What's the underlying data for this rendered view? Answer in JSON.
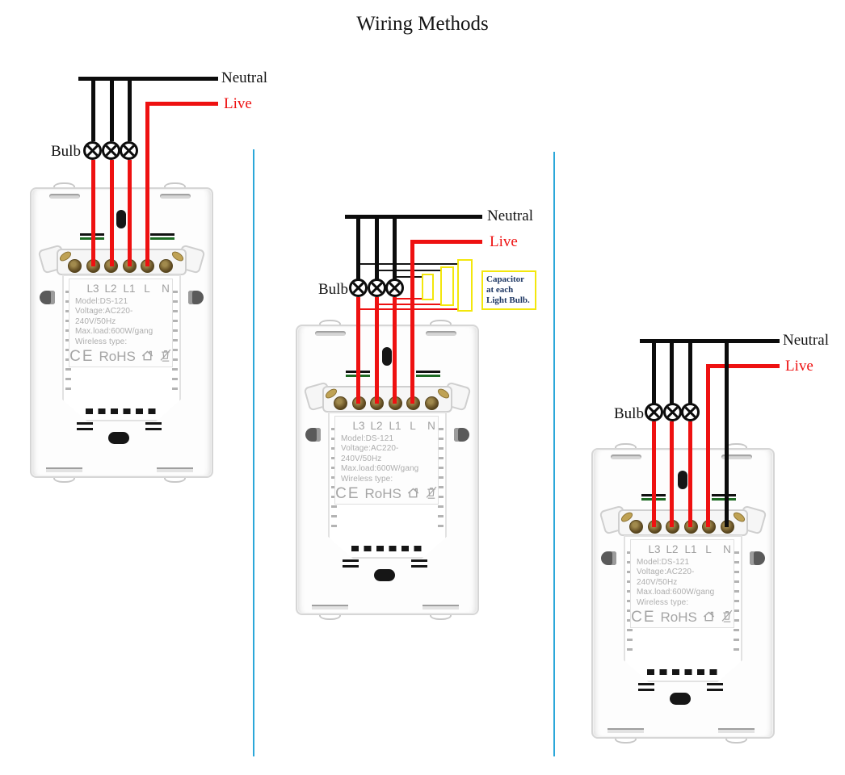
{
  "title": "Wiring Methods",
  "wire_labels": {
    "neutral": "Neutral",
    "live": "Live",
    "bulb": "Bulb"
  },
  "note": {
    "capacitor": "Capacitor at each Light Bulb."
  },
  "device": {
    "terminals": [
      "L3",
      "L2",
      "L1",
      "L",
      "N"
    ],
    "model": "Model:DS-121",
    "voltage": "Voltage:AC220-240V/50Hz",
    "max_load": "Max.load:600W/gang",
    "wireless": "Wireless type:",
    "ce": "CE",
    "rohs": "RoHS"
  },
  "colors": {
    "live_red": "#ee1111",
    "neutral_black": "#0c0c0c",
    "divider_blue": "#2ba7d9",
    "capacitor_yellow": "#f3e70c",
    "note_navy": "#1f3864"
  }
}
